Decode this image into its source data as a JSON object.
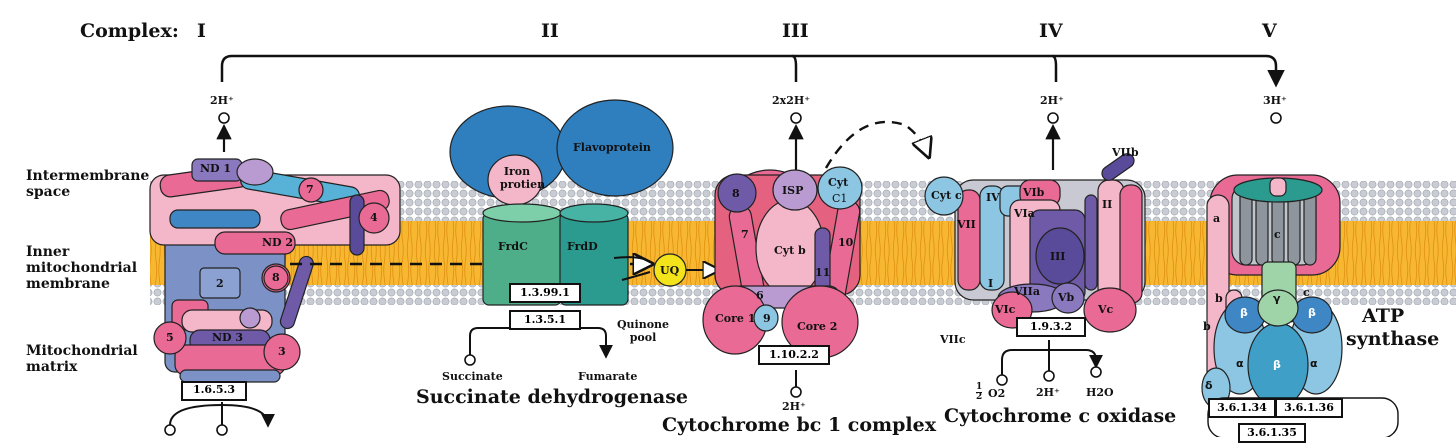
{
  "header": {
    "complex_label": "Complex:",
    "numerals": [
      "I",
      "II",
      "III",
      "IV",
      "V"
    ]
  },
  "regions": {
    "intermembrane": "Intermembrane space",
    "inner": "Inner mitochondrial membrane",
    "matrix": "Mitochondrial matrix"
  },
  "protons": {
    "c1": "2H⁺",
    "c3_top": "2x2H⁺",
    "c4_top": "2H⁺",
    "c5_top": "3H⁺",
    "c3_bottom": "2H⁺",
    "c4_bottom": "2H⁺"
  },
  "complex1": {
    "subunits": [
      "ND 1",
      "7",
      "4",
      "ND 2",
      "2",
      "8",
      "5",
      "ND 3",
      "3"
    ],
    "ec": "1.6.5.3"
  },
  "complex2": {
    "iron": "Iron protien",
    "flavo": "Flavoprotein",
    "frdc": "FrdC",
    "frdd": "FrdD",
    "uq": "UQ",
    "ec1": "1.3.99.1",
    "ec2": "1.3.5.1",
    "quinone": "Quinone pool",
    "succinate": "Succinate",
    "fumarate": "Fumarate",
    "name": "Succinate dehydrogenase"
  },
  "complex3": {
    "subunits": [
      "8",
      "ISP",
      "Cyt",
      "C1",
      "7",
      "Cyt b",
      "10",
      "11",
      "6",
      "Core 1",
      "9",
      "Core 2"
    ],
    "ec": "1.10.2.2",
    "name": "Cytochrome bc 1 complex"
  },
  "complex4": {
    "subunits": [
      "Cyt c",
      "VIIb",
      "IV",
      "VIb",
      "VIa",
      "II",
      "VII",
      "III",
      "I",
      "VIIa",
      "Vb",
      "VIc",
      "Vc",
      "VIIc"
    ],
    "ec": "1.9.3.2",
    "o2_half": "1",
    "o2_half_den": "2",
    "o2": "O2",
    "h2o": "H2O",
    "name": "Cytochrome c oxidase"
  },
  "complex5": {
    "subunits": [
      "a",
      "c",
      "b",
      "γ",
      "c",
      "b",
      "β",
      "β",
      "α",
      "β",
      "α",
      "δ"
    ],
    "name_line1": "ATP",
    "name_line2": "synthase",
    "ec1": "3.6.1.34",
    "ec2": "3.6.1.36",
    "ec3": "3.6.1.35"
  },
  "colors": {
    "membrane_orange": "#f7b731",
    "head_gray": "#c9ccd3",
    "pink": "#e96a95",
    "light_pink": "#f4b6c9",
    "blue": "#3f86c4",
    "light_blue": "#8dc6e3",
    "purple": "#6f5aa8",
    "green": "#4fae8a",
    "teal": "#2b9a8f",
    "yellow": "#f2e31a"
  }
}
